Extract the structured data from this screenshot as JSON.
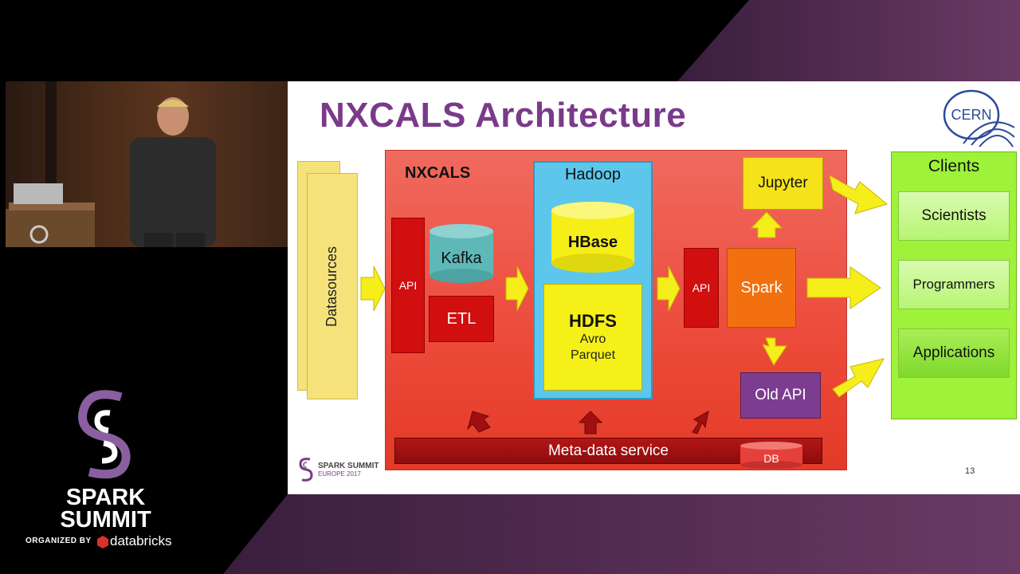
{
  "slide": {
    "title": "NXCALS Architecture",
    "cern_logo_text": "CERN",
    "datasources": "Datasources",
    "nxcals_label": "NXCALS",
    "api_left": "API",
    "kafka": "Kafka",
    "etl": "ETL",
    "hadoop": "Hadoop",
    "hbase": "HBase",
    "hdfs": "HDFS",
    "hdfs_formats": [
      "Avro",
      "Parquet"
    ],
    "api_right": "API",
    "spark": "Spark",
    "jupyter": "Jupyter",
    "old_api": "Old API",
    "metadata_service": "Meta-data service",
    "db": "DB",
    "clients_label": "Clients",
    "clients": [
      "Scientists",
      "Programmers",
      "Applications"
    ],
    "page_number": "13",
    "footer_logo": {
      "line1": "SPARK SUMMIT",
      "line2": "EUROPE 2017"
    }
  },
  "event_logo": {
    "line1": "SPARK",
    "line2": "SUMMIT",
    "organized_by": "ORGANIZED BY",
    "sponsor": "databricks"
  },
  "colors": {
    "title": "#7a3a8a",
    "nxcals_bg": "#ec4a3a",
    "hadoop_bg": "#5cc7ea",
    "clients_bg": "#9ef23a",
    "arrow": "#f5ee1a"
  }
}
